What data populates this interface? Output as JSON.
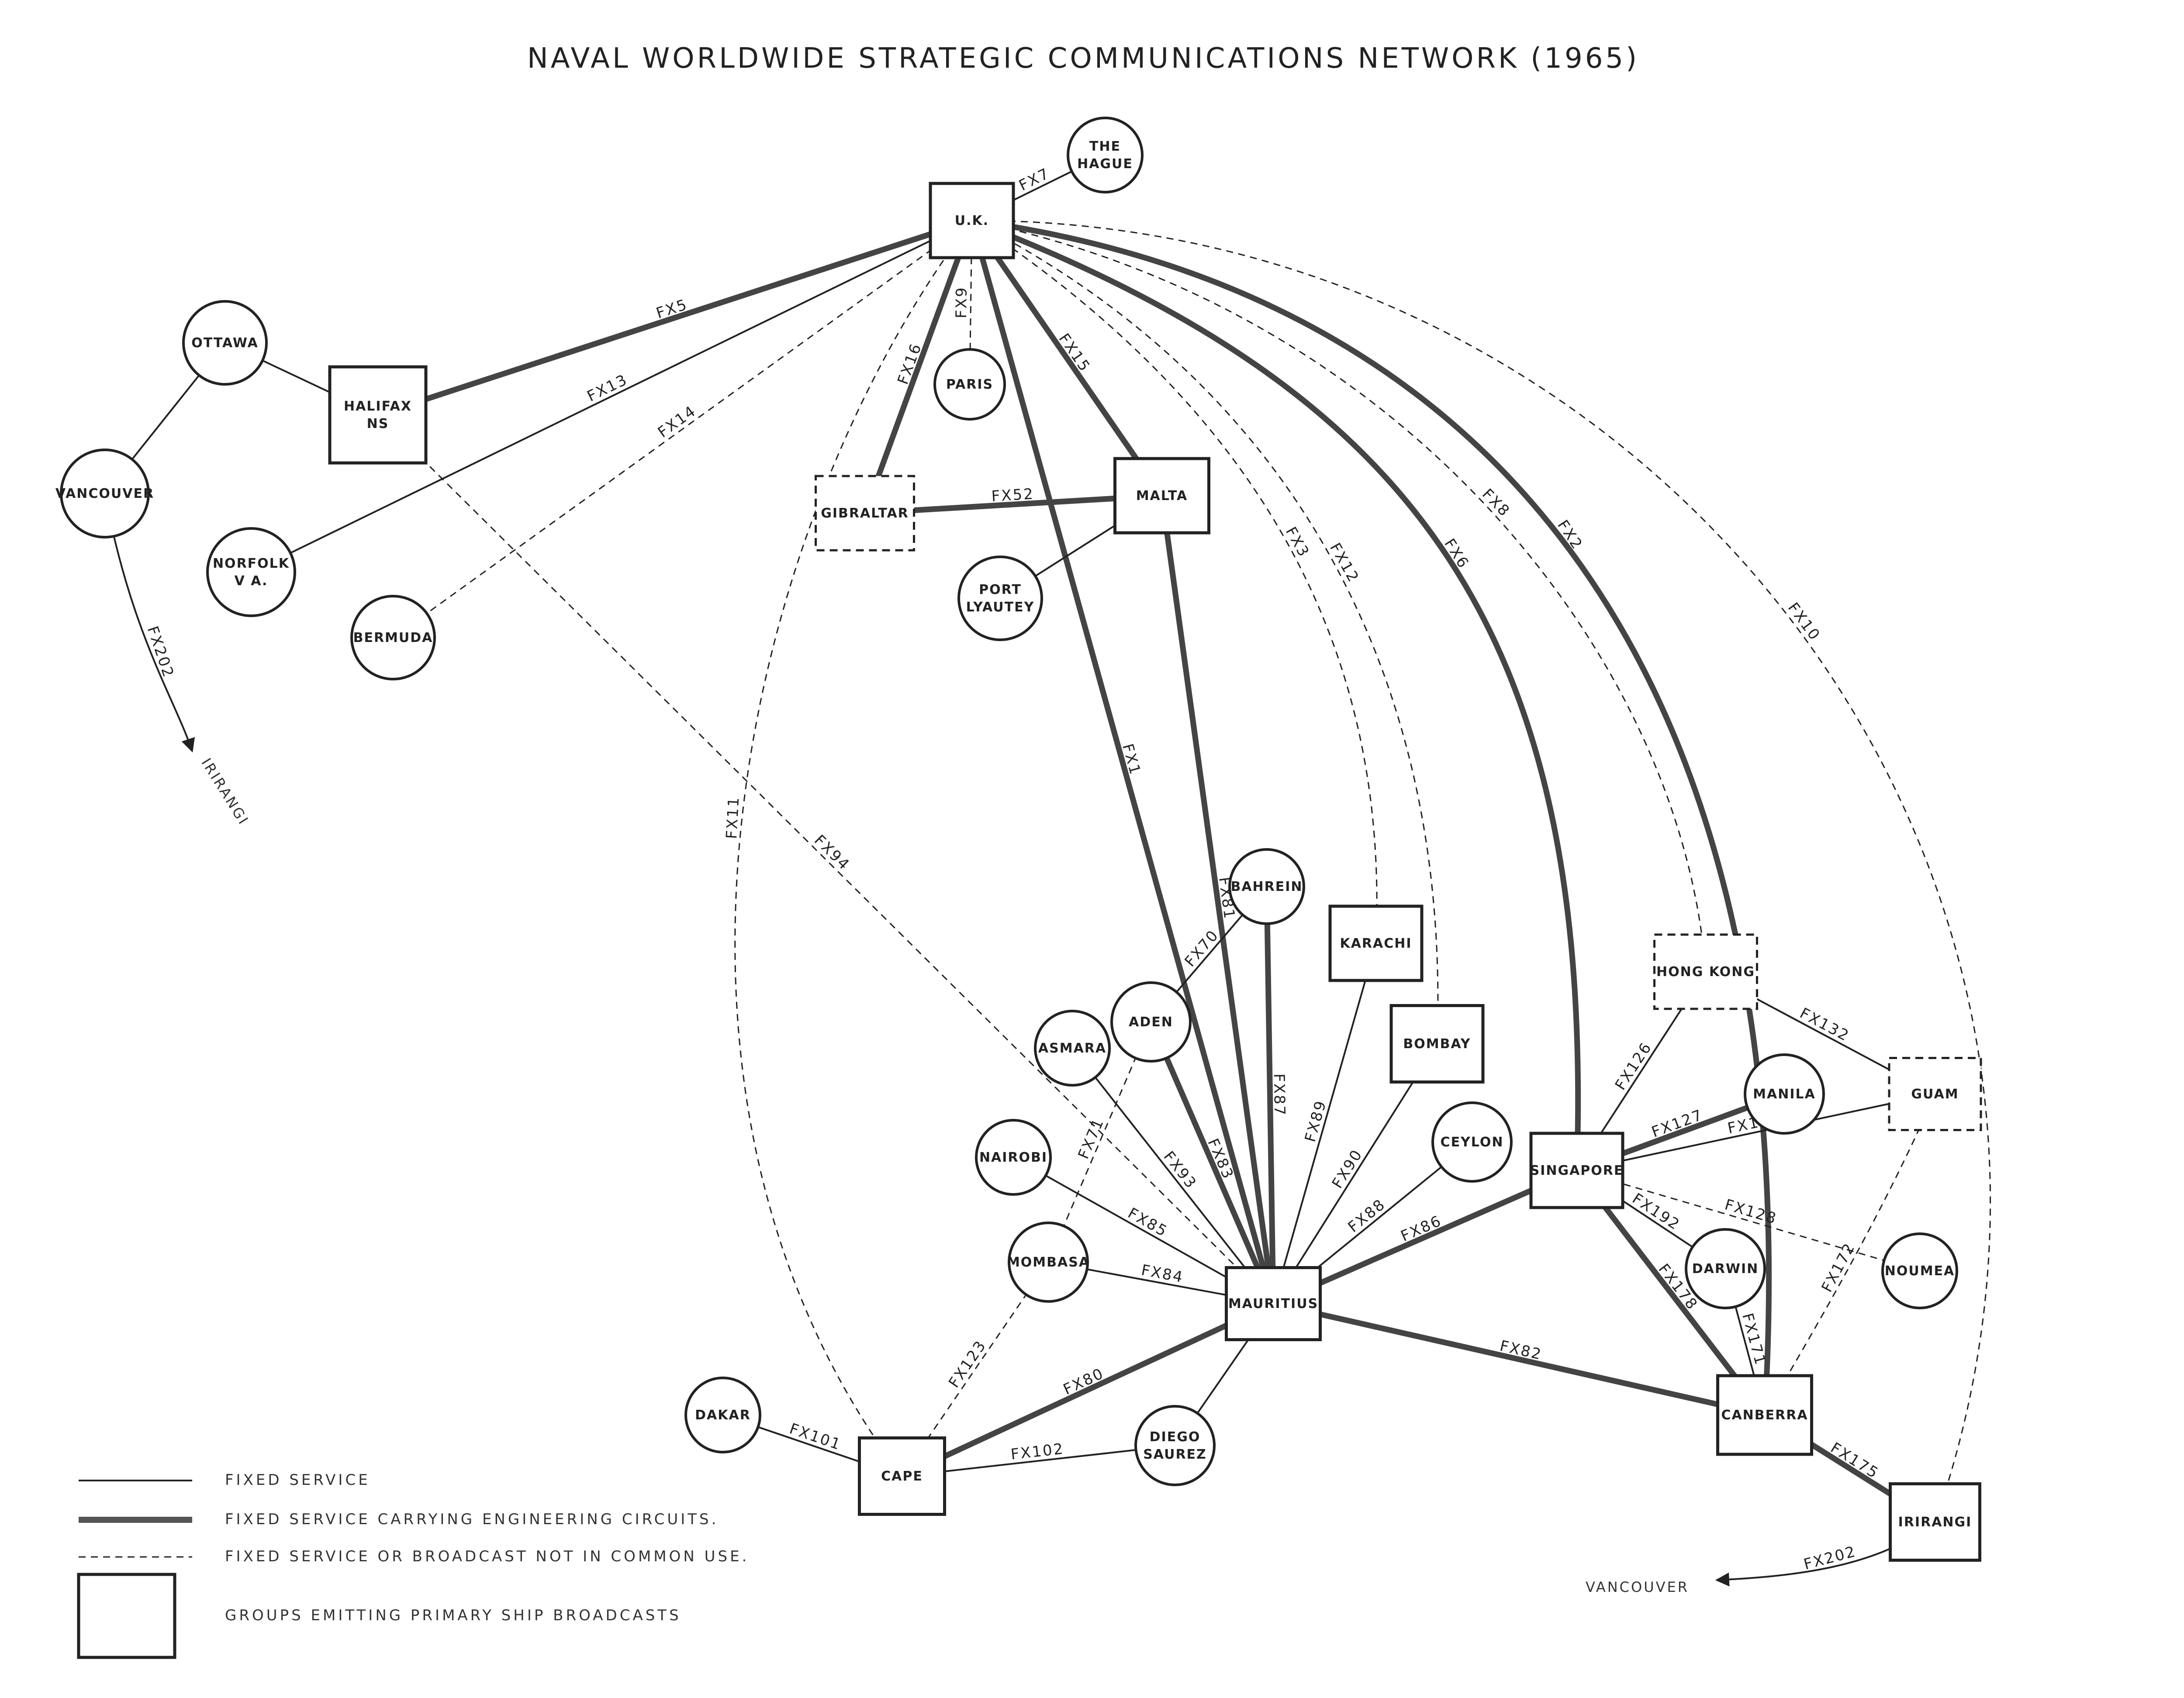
{
  "title": "NAVAL WORLDWIDE STRATEGIC COMMUNICATIONS NETWORK  (1965)",
  "colors": {
    "ink": "#222222",
    "engineering": "#555555"
  },
  "legend": {
    "fixed": "FIXED SERVICE",
    "engineering": "FIXED SERVICE CARRYING ENGINEERING CIRCUITS.",
    "dashed": "FIXED SERVICE OR BROADCAST NOT IN COMMON USE.",
    "primary": "GROUPS EMITTING PRIMARY SHIP BROADCASTS"
  },
  "external": {
    "irirangi_arrow": "IRIRANGI",
    "vancouver_arrow": "VANCOUVER"
  },
  "nodes": {
    "uk": {
      "label": "U.K.",
      "shape": "box"
    },
    "hague": {
      "label": "THE\nHAGUE",
      "shape": "circle"
    },
    "ottawa": {
      "label": "OTTAWA",
      "shape": "circle"
    },
    "halifax": {
      "label": "HALIFAX\nNS",
      "shape": "box"
    },
    "vancouver": {
      "label": "VANCOUVER",
      "shape": "circle"
    },
    "norfolk": {
      "label": "NORFOLK\nV A.",
      "shape": "circle"
    },
    "bermuda": {
      "label": "BERMUDA",
      "shape": "circle"
    },
    "paris": {
      "label": "PARIS",
      "shape": "circle"
    },
    "gibraltar": {
      "label": "GIBRALTAR",
      "shape": "box-dashed"
    },
    "malta": {
      "label": "MALTA",
      "shape": "box"
    },
    "lyautey": {
      "label": "PORT\nLYAUTEY",
      "shape": "circle"
    },
    "bahrein": {
      "label": "BAHREIN",
      "shape": "circle"
    },
    "karachi": {
      "label": "KARACHI",
      "shape": "box"
    },
    "bombay": {
      "label": "BOMBAY",
      "shape": "box"
    },
    "hongkong": {
      "label": "HONG KONG",
      "shape": "box-dashed"
    },
    "aden": {
      "label": "ADEN",
      "shape": "circle"
    },
    "asmara": {
      "label": "ASMARA",
      "shape": "circle"
    },
    "nairobi": {
      "label": "NAIROBI",
      "shape": "circle"
    },
    "ceylon": {
      "label": "CEYLON",
      "shape": "circle"
    },
    "singapore": {
      "label": "SINGAPORE",
      "shape": "box"
    },
    "manila": {
      "label": "MANILA",
      "shape": "circle"
    },
    "guam": {
      "label": "GUAM",
      "shape": "box-dashed"
    },
    "mombasa": {
      "label": "MOMBASA",
      "shape": "circle"
    },
    "mauritius": {
      "label": "MAURITIUS",
      "shape": "box"
    },
    "darwin": {
      "label": "DARWIN",
      "shape": "circle"
    },
    "noumea": {
      "label": "NOUMEA",
      "shape": "circle"
    },
    "dakar": {
      "label": "DAKAR",
      "shape": "circle"
    },
    "cape": {
      "label": "CAPE",
      "shape": "box"
    },
    "diego": {
      "label": "DIEGO\nSAUREZ",
      "shape": "circle"
    },
    "canberra": {
      "label": "CANBERRA",
      "shape": "box"
    },
    "irirangi": {
      "label": "IRIRANGI",
      "shape": "box"
    }
  },
  "edges": [
    {
      "from": "uk",
      "to": "hague",
      "label": "FX7",
      "style": "fixed"
    },
    {
      "from": "uk",
      "to": "halifax",
      "label": "FX5",
      "style": "engineering"
    },
    {
      "from": "uk",
      "to": "norfolk",
      "label": "FX13",
      "style": "fixed"
    },
    {
      "from": "uk",
      "to": "bermuda",
      "label": "FX14",
      "style": "dashed"
    },
    {
      "from": "uk",
      "to": "paris",
      "label": "FX9",
      "style": "dashed"
    },
    {
      "from": "uk",
      "to": "gibraltar",
      "label": "FX16",
      "style": "engineering"
    },
    {
      "from": "uk",
      "to": "malta",
      "label": "FX15",
      "style": "engineering"
    },
    {
      "from": "uk",
      "to": "mauritius",
      "label": "FX1",
      "style": "engineering"
    },
    {
      "from": "uk",
      "to": "karachi",
      "label": "FX3",
      "style": "dashed"
    },
    {
      "from": "uk",
      "to": "bombay",
      "label": "FX12",
      "style": "dashed"
    },
    {
      "from": "uk",
      "to": "singapore",
      "label": "FX6",
      "style": "engineering"
    },
    {
      "from": "uk",
      "to": "hongkong",
      "label": "FX8",
      "style": "dashed"
    },
    {
      "from": "uk",
      "to": "canberra",
      "label": "FX2",
      "style": "engineering"
    },
    {
      "from": "uk",
      "to": "irirangi",
      "label": "FX10",
      "style": "dashed"
    },
    {
      "from": "uk",
      "to": "cape",
      "label": "FX11",
      "style": "dashed"
    },
    {
      "from": "ottawa",
      "to": "halifax",
      "label": "",
      "style": "fixed"
    },
    {
      "from": "ottawa",
      "to": "vancouver",
      "label": "",
      "style": "fixed"
    },
    {
      "from": "halifax",
      "to": "mauritius",
      "label": "FX94",
      "style": "dashed"
    },
    {
      "from": "gibraltar",
      "to": "malta",
      "label": "FX52",
      "style": "engineering"
    },
    {
      "from": "malta",
      "to": "lyautey",
      "label": "",
      "style": "fixed"
    },
    {
      "from": "malta",
      "to": "mauritius",
      "label": "FX81",
      "style": "engineering"
    },
    {
      "from": "bahrein",
      "to": "mauritius",
      "label": "FX87",
      "style": "engineering"
    },
    {
      "from": "bahrein",
      "to": "aden",
      "label": "FX70",
      "style": "fixed"
    },
    {
      "from": "karachi",
      "to": "mauritius",
      "label": "FX89",
      "style": "fixed"
    },
    {
      "from": "bombay",
      "to": "mauritius",
      "label": "FX90",
      "style": "fixed"
    },
    {
      "from": "ceylon",
      "to": "mauritius",
      "label": "FX88",
      "style": "fixed"
    },
    {
      "from": "singapore",
      "to": "mauritius",
      "label": "FX86",
      "style": "engineering"
    },
    {
      "from": "aden",
      "to": "mauritius",
      "label": "FX83",
      "style": "engineering"
    },
    {
      "from": "asmara",
      "to": "mauritius",
      "label": "FX93",
      "style": "fixed"
    },
    {
      "from": "nairobi",
      "to": "mauritius",
      "label": "FX85",
      "style": "fixed"
    },
    {
      "from": "aden",
      "to": "mombasa",
      "label": "FX71",
      "style": "dashed"
    },
    {
      "from": "mombasa",
      "to": "mauritius",
      "label": "FX84",
      "style": "fixed"
    },
    {
      "from": "mombasa",
      "to": "cape",
      "label": "FX123",
      "style": "dashed"
    },
    {
      "from": "cape",
      "to": "mauritius",
      "label": "FX80",
      "style": "engineering"
    },
    {
      "from": "dakar",
      "to": "cape",
      "label": "FX101",
      "style": "fixed"
    },
    {
      "from": "cape",
      "to": "diego",
      "label": "FX102",
      "style": "fixed"
    },
    {
      "from": "diego",
      "to": "mauritius",
      "label": "",
      "style": "fixed"
    },
    {
      "from": "mauritius",
      "to": "canberra",
      "label": "FX82",
      "style": "engineering"
    },
    {
      "from": "hongkong",
      "to": "singapore",
      "label": "FX126",
      "style": "fixed"
    },
    {
      "from": "hongkong",
      "to": "guam",
      "label": "FX132",
      "style": "fixed"
    },
    {
      "from": "singapore",
      "to": "manila",
      "label": "FX127",
      "style": "engineering"
    },
    {
      "from": "singapore",
      "to": "guam",
      "label": "FX131",
      "style": "fixed"
    },
    {
      "from": "singapore",
      "to": "noumea",
      "label": "FX128",
      "style": "dashed"
    },
    {
      "from": "singapore",
      "to": "darwin",
      "label": "FX192",
      "style": "fixed"
    },
    {
      "from": "singapore",
      "to": "canberra",
      "label": "FX178",
      "style": "engineering"
    },
    {
      "from": "darwin",
      "to": "canberra",
      "label": "FX171",
      "style": "fixed"
    },
    {
      "from": "guam",
      "to": "canberra",
      "label": "FX172",
      "style": "dashed"
    },
    {
      "from": "canberra",
      "to": "irirangi",
      "label": "FX175",
      "style": "engineering"
    },
    {
      "from": "vancouver",
      "to": "irirangi_arrow",
      "label": "FX202",
      "style": "fixed"
    },
    {
      "from": "irirangi",
      "to": "vancouver_arrow",
      "label": "FX202",
      "style": "fixed"
    }
  ]
}
